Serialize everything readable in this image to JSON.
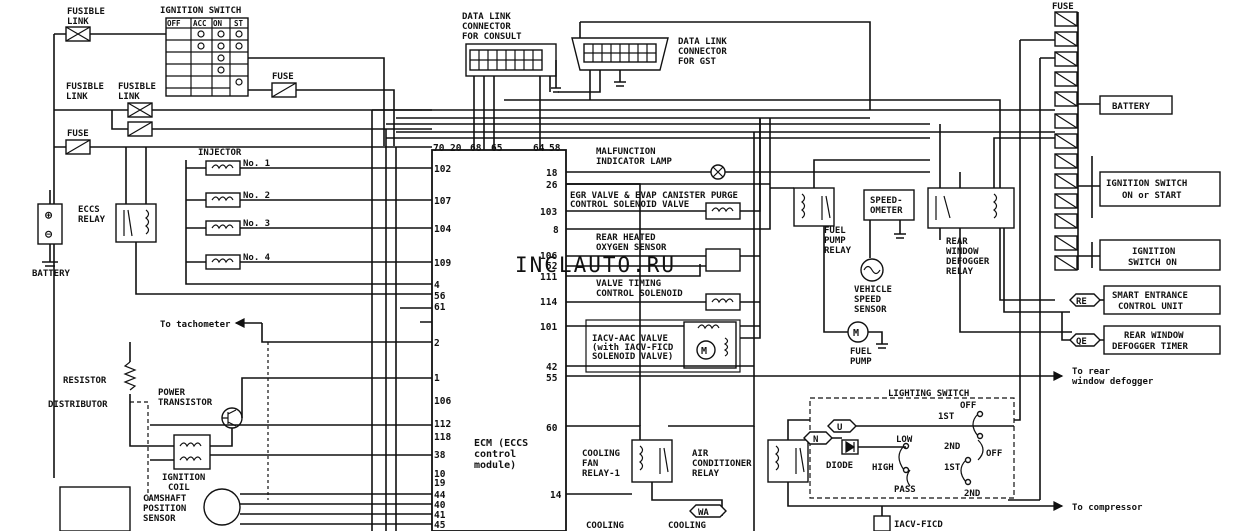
{
  "labels": {
    "fusible_link_top": [
      "FUSIBLE",
      "LINK"
    ],
    "ignition_switch_title": "IGNITION SWITCH",
    "ign_cols": [
      "OFF",
      "ACC",
      "ON",
      "ST"
    ],
    "fuse_small": "FUSE",
    "fusible_link_left": [
      "FUSIBLE",
      "LINK"
    ],
    "fusible_link_mid": [
      "FUSIBLE",
      "LINK"
    ],
    "fuse_left": "FUSE",
    "fuse_right": "FUSE",
    "dlc_consult": [
      "DATA LINK",
      "CONNECTOR",
      "FOR CONSULT"
    ],
    "dlc_gst": [
      "DATA LINK",
      "CONNECTOR",
      "FOR GST"
    ],
    "eccs_relay": [
      "ECCS",
      "RELAY"
    ],
    "battery_left": "BATTERY",
    "injector": "INJECTOR",
    "inj_nums": [
      "No. 1",
      "No. 2",
      "No. 3",
      "No. 4"
    ],
    "to_tachometer": "To tachometer",
    "resistor": "RESISTOR",
    "distributor": "DISTRIBUTOR",
    "power_transistor": [
      "POWER",
      "TRANSISTOR"
    ],
    "ignition_coil": [
      "IGNITION",
      "COIL"
    ],
    "camshaft": [
      "CAMSHAFT",
      "POSITION",
      "SENSOR"
    ],
    "mil": [
      "MALFUNCTION",
      "INDICATOR LAMP"
    ],
    "egr": [
      "EGR VALVE & EVAP CANISTER PURGE",
      "CONTROL SOLENOID VALVE"
    ],
    "o2": [
      "REAR HEATED",
      "OXYGEN SENSOR"
    ],
    "vtc": [
      "VALVE TIMING",
      "CONTROL SOLENOID"
    ],
    "iacv": [
      "IACV-AAC VALVE",
      "(with IACV-FICD",
      "SOLENOID VALVE)"
    ],
    "ecm": [
      "ECM (ECCS",
      "control",
      "module)"
    ],
    "cooling_fan_relay": [
      "COOLING",
      "FAN",
      "RELAY-1"
    ],
    "ac_relay": [
      "AIR",
      "CONDITIONER",
      "RELAY"
    ],
    "cooling_bottom": [
      "COOLING",
      "COOLING"
    ],
    "wa_tag": "WA",
    "iacv_ficd": "IACV-FICD",
    "fuel_pump_relay": [
      "FUEL",
      "PUMP",
      "RELAY"
    ],
    "speedometer": [
      "SPEED-",
      "OMETER"
    ],
    "vss": [
      "VEHICLE",
      "SPEED",
      "SENSOR"
    ],
    "fuel_pump": [
      "FUEL",
      "PUMP"
    ],
    "rear_def_relay": [
      "REAR",
      "WINDOW",
      "DEFOGGER",
      "RELAY"
    ],
    "battery_box": "BATTERY",
    "ign_on_start": [
      "IGNITION SWITCH",
      "ON or START"
    ],
    "ign_on": [
      "IGNITION",
      "SWITCH ON"
    ],
    "smart_entrance": [
      "SMART ENTRANCE",
      "CONTROL UNIT"
    ],
    "rear_def_timer": [
      "REAR WINDOW",
      "DEFOGGER TIMER"
    ],
    "re_tag": "RE",
    "qe_tag": "QE",
    "to_rear_def": [
      "To rear",
      "window defogger"
    ],
    "lighting_switch": "LIGHTING SWITCH",
    "u_tag": "U",
    "n_tag": "N",
    "low": "LOW",
    "high": "HIGH",
    "pass": "PASS",
    "diode": "DIODE",
    "first": "1ST",
    "second": "2ND",
    "off": "OFF",
    "to_compressor": "To compressor",
    "watermark": "INCLAUTO.RU",
    "top_pins": [
      "70",
      "20",
      "68",
      "65",
      "64",
      "58"
    ],
    "left_pins": [
      "102",
      "107",
      "104",
      "109",
      "4",
      "56",
      "61",
      "2",
      "1",
      "106",
      "112",
      "118",
      "38",
      "10",
      "19",
      "44",
      "40",
      "41",
      "45"
    ],
    "right_pins": [
      "18",
      "26",
      "103",
      "8",
      "106",
      "52",
      "111",
      "114",
      "101",
      "42",
      "55",
      "60",
      "14"
    ]
  }
}
